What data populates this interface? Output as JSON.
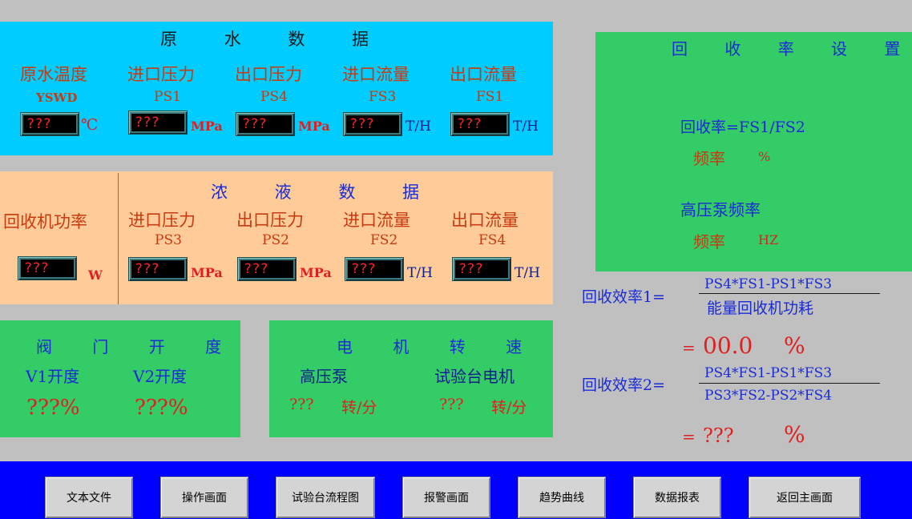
{
  "raw_water": {
    "title": "原 水 数 据",
    "labels": [
      "原水温度",
      "进口压力",
      "出口压力",
      "进口流量",
      "出口流量"
    ],
    "codes": [
      "YSWD",
      "PS1",
      "PS4",
      "FS3",
      "FS1"
    ],
    "values": [
      "???",
      "???",
      "???",
      "???",
      "???"
    ],
    "units": [
      "℃",
      "MPa",
      "MPa",
      "T/H",
      "T/H"
    ]
  },
  "conc": {
    "title": "浓 液 数 据",
    "power_label": "回收机功率",
    "power_value": "???",
    "power_unit": "W",
    "labels": [
      "进口压力",
      "出口压力",
      "进口流量",
      "出口流量"
    ],
    "codes": [
      "PS3",
      "PS2",
      "FS2",
      "FS4"
    ],
    "values": [
      "???",
      "???",
      "???",
      "???"
    ],
    "units": [
      "MPa",
      "MPa",
      "T/H",
      "T/H"
    ]
  },
  "valve": {
    "title": "阀 门 开 度",
    "v1_label": "V1开度",
    "v2_label": "V2开度",
    "v1_value": "???%",
    "v2_value": "???%"
  },
  "motor": {
    "title": "电 机 转 速",
    "hp_label": "高压泵",
    "test_label": "试验台电机",
    "hp_value": "???",
    "test_value": "???",
    "unit": "转/分"
  },
  "recovery": {
    "title": "回 收 率 设 置",
    "formula": "回收率=FS1/FS2",
    "freq_label": "频率",
    "freq_unit": "%",
    "pump_label": "高压泵频率",
    "pump_freq_label": "频率",
    "pump_freq_unit": "HZ"
  },
  "efficiency": {
    "eff1_label": "回收效率1=",
    "eff1_num": "PS4*FS1-PS1*FS3",
    "eff1_den": "能量回收机功耗",
    "eff1_eq": "=",
    "eff1_value": "00.0",
    "eff1_unit": "%",
    "eff2_label": "回收效率2=",
    "eff2_num": "PS4*FS1-PS1*FS3",
    "eff2_den": "PS3*FS2-PS2*FS4",
    "eff2_eq": "=",
    "eff2_value": "???",
    "eff2_unit": "%"
  },
  "nav": {
    "buttons": [
      "文本文件",
      "操作画面",
      "试验台流程图",
      "报警画面",
      "趋势曲线",
      "数据报表",
      "返回主画面"
    ]
  }
}
